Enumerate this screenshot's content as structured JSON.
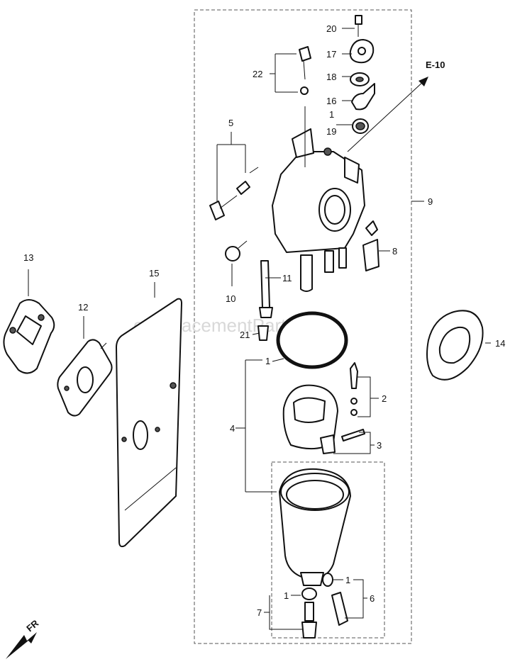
{
  "watermark": "eReplacementParts.com",
  "direction_label": "FR",
  "reference_label": "E-10",
  "callouts": {
    "c1a": "1",
    "c1b": "1",
    "c1c": "1",
    "c1d": "1",
    "c2": "2",
    "c3": "3",
    "c4": "4",
    "c5": "5",
    "c6": "6",
    "c7": "7",
    "c8": "8",
    "c9": "9",
    "c10": "10",
    "c11": "11",
    "c12": "12",
    "c13": "13",
    "c14": "14",
    "c15": "15",
    "c16": "16",
    "c17": "17",
    "c18": "18",
    "c19": "19",
    "c20": "20",
    "c21": "21",
    "c22": "22"
  }
}
